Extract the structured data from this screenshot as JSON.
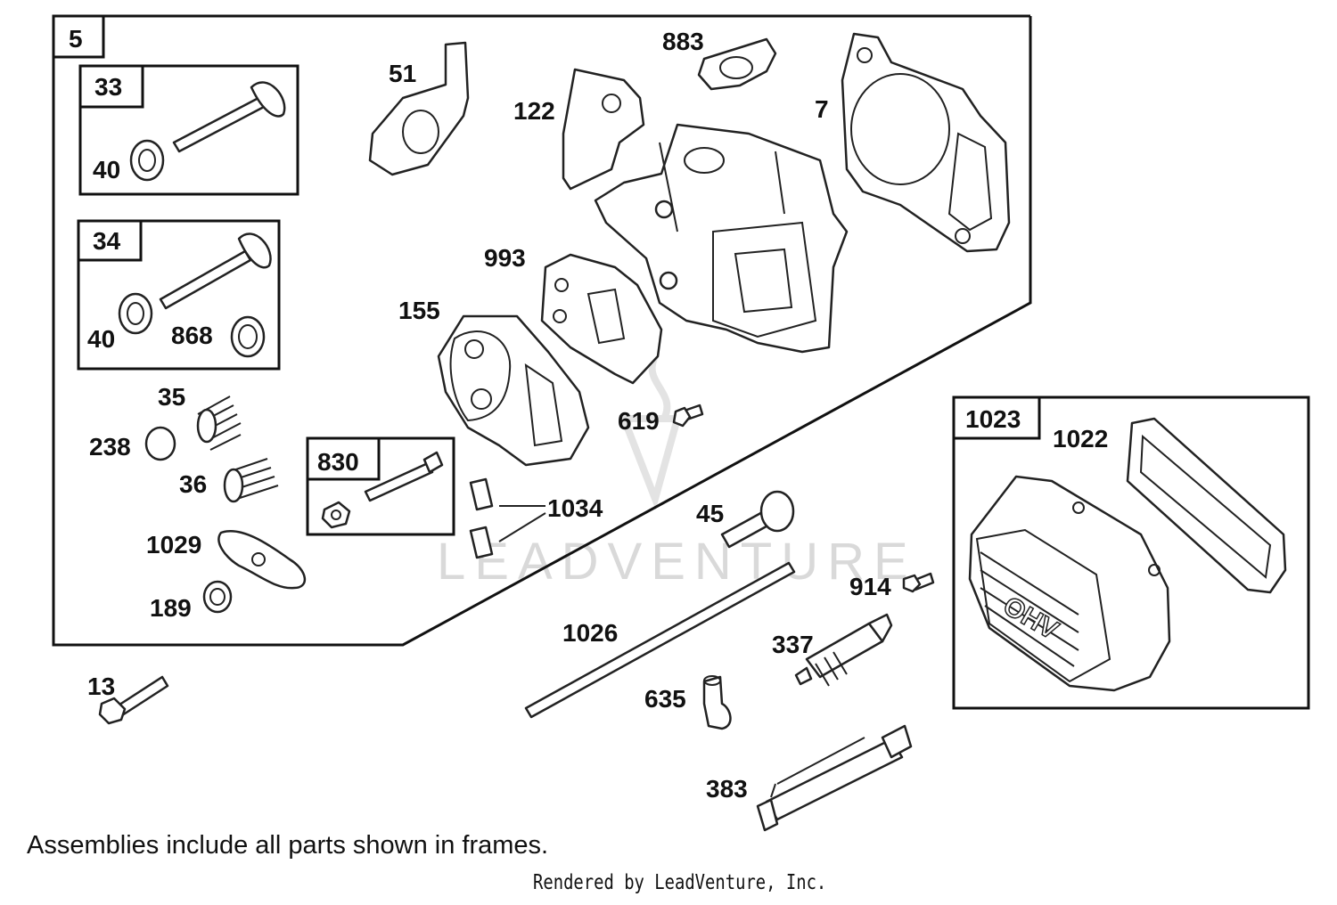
{
  "frames": {
    "main": "5",
    "intake_valve": "33",
    "exhaust_valve": "34",
    "rocker_stud": "830",
    "valve_cover": "1023"
  },
  "parts": {
    "p51": "51",
    "p883": "883",
    "p122": "122",
    "p7": "7",
    "p40a": "40",
    "p40b": "40",
    "p868": "868",
    "p993": "993",
    "p155": "155",
    "p35": "35",
    "p238": "238",
    "p36": "36",
    "p619": "619",
    "p1034": "1034",
    "p1029": "1029",
    "p189": "189",
    "p45": "45",
    "p914": "914",
    "p1026": "1026",
    "p337": "337",
    "p13": "13",
    "p635": "635",
    "p383": "383",
    "p1022": "1022"
  },
  "cover_embossing": "OHV",
  "watermark": "LEADVENTURE",
  "note": "Assemblies include all parts shown in frames.",
  "credit": "Rendered by LeadVenture, Inc."
}
